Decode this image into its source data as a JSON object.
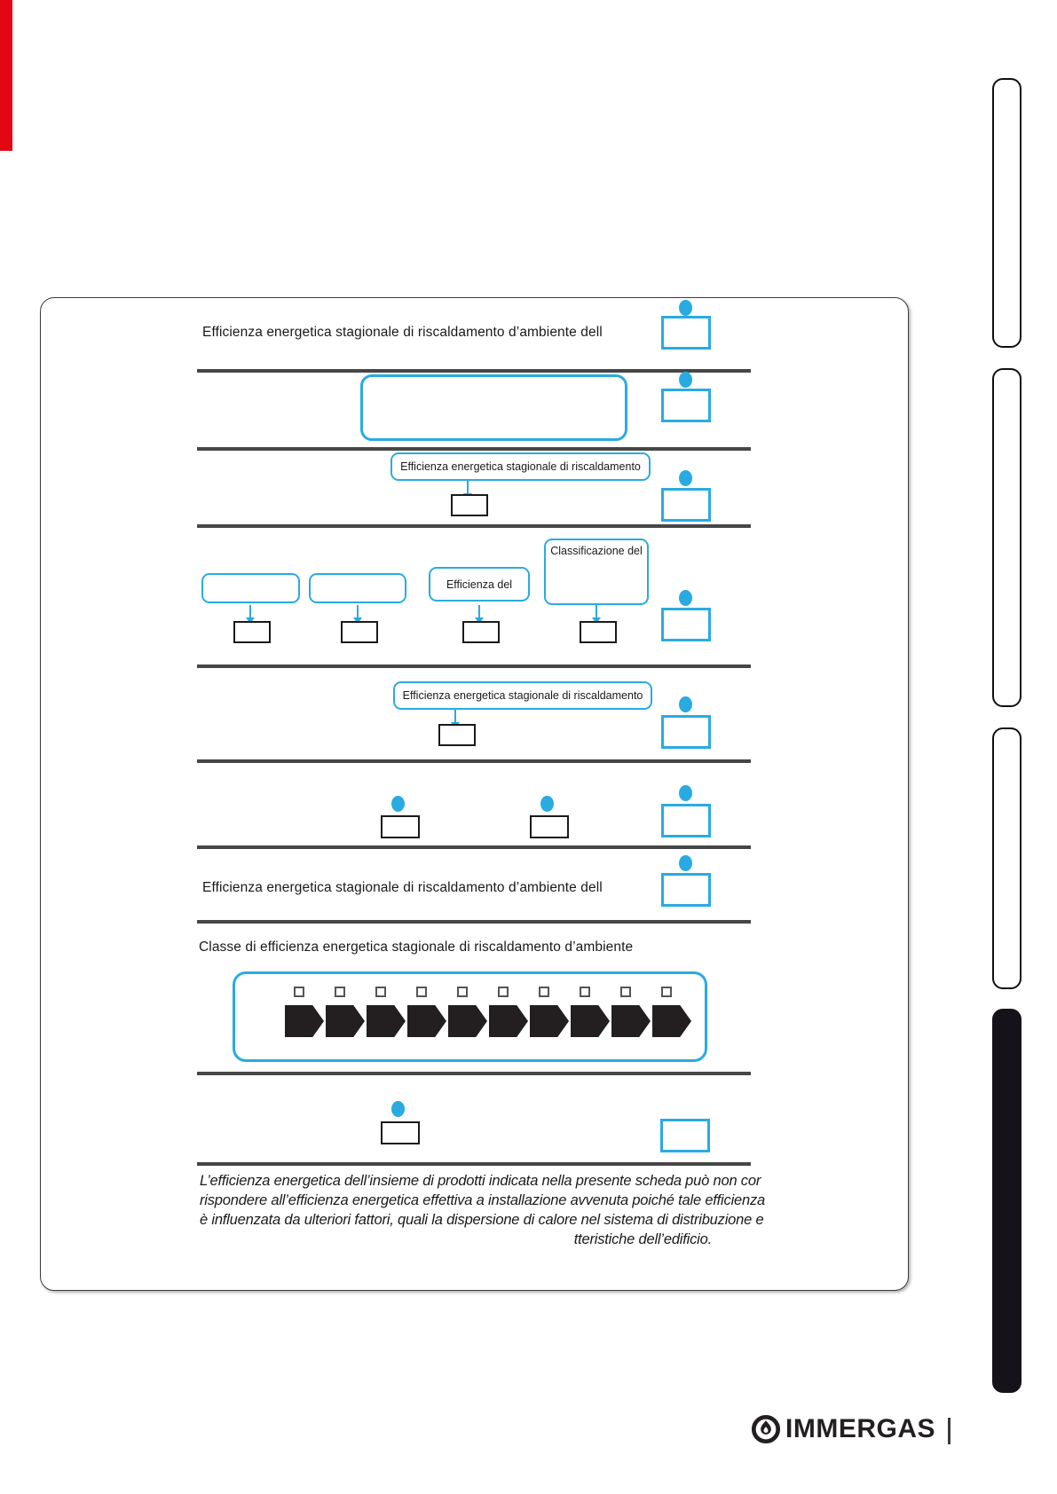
{
  "document": {
    "section_rows": {
      "row1_label": "Efficienza energetica stagionale di riscaldamento d’ambiente dell",
      "row3_box_label": "Efficienza energetica stagionale di riscaldamento",
      "row4_box_efficienza_label": "Efficienza del",
      "row4_box_classificazione_label": "Classificazione del",
      "row5_box_label": "Efficienza energetica stagionale di riscaldamento",
      "row7_label": "Efficienza energetica stagionale di riscaldamento d’ambiente dell",
      "row8_label": "Classe di efficienza energetica stagionale di riscaldamento d’ambiente"
    },
    "disclaimer": {
      "line1": "L’efficienza energetica dell’insieme di prodotti indicata nella presente scheda può non cor",
      "line2": "rispondere all’efficienza energetica effettiva a installazione avvenuta poiché tale efficienza",
      "line3": "è influenzata da ulteriori fattori, quali la dispersione di calore nel sistema di distribuzione e",
      "line4": "tteristiche dell’edificio."
    },
    "energy_scale": {
      "classes_count": 10
    },
    "footer": {
      "brand": "IMMERGAS"
    },
    "colors": {
      "accent_cyan": "#29abe2",
      "divider_gray": "#464646",
      "arrow_black": "#231f20",
      "edge_marker_red": "#e30613"
    }
  }
}
